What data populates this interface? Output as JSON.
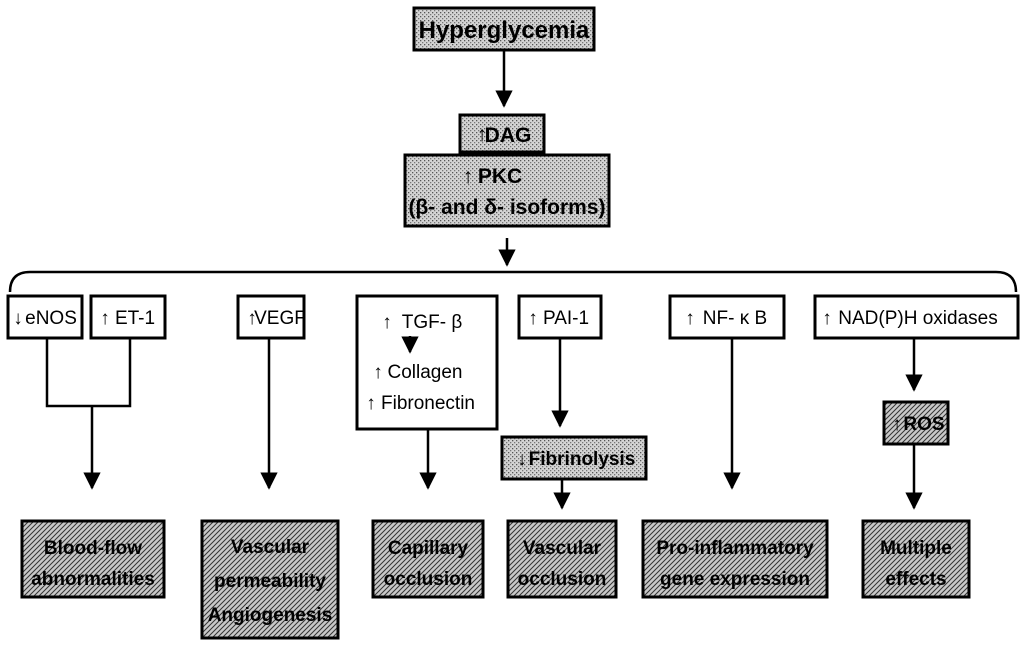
{
  "diagram": {
    "top": {
      "hyperglycemia": "Hyperglycemia",
      "dag": "DAG",
      "pkc": "PKC",
      "pkc_isoforms": "(β- and δ- isoforms)"
    },
    "mediators": {
      "enos": "eNOS",
      "et1": "ET-1",
      "vegf": "VEGF",
      "tgfb": "TGF- β",
      "collagen": "Collagen",
      "fibronectin": "Fibronectin",
      "pai1": "PAI-1",
      "nfkb": "NF- κ B",
      "nadph": "NAD(P)H oxidases",
      "fibrinolysis": "Fibrinolysis",
      "ros": "ROS"
    },
    "outcomes": {
      "blood_flow_1": "Blood-flow",
      "blood_flow_2": "abnormalities",
      "vascular_perm_1": "Vascular",
      "vascular_perm_2": "permeability",
      "vascular_perm_3": "Angiogenesis",
      "capillary_1": "Capillary",
      "capillary_2": "occlusion",
      "vascular_occ_1": "Vascular",
      "vascular_occ_2": "occlusion",
      "proinflam_1": "Pro-inflammatory",
      "proinflam_2": "gene expression",
      "multiple_1": "Multiple",
      "multiple_2": "effects"
    }
  }
}
